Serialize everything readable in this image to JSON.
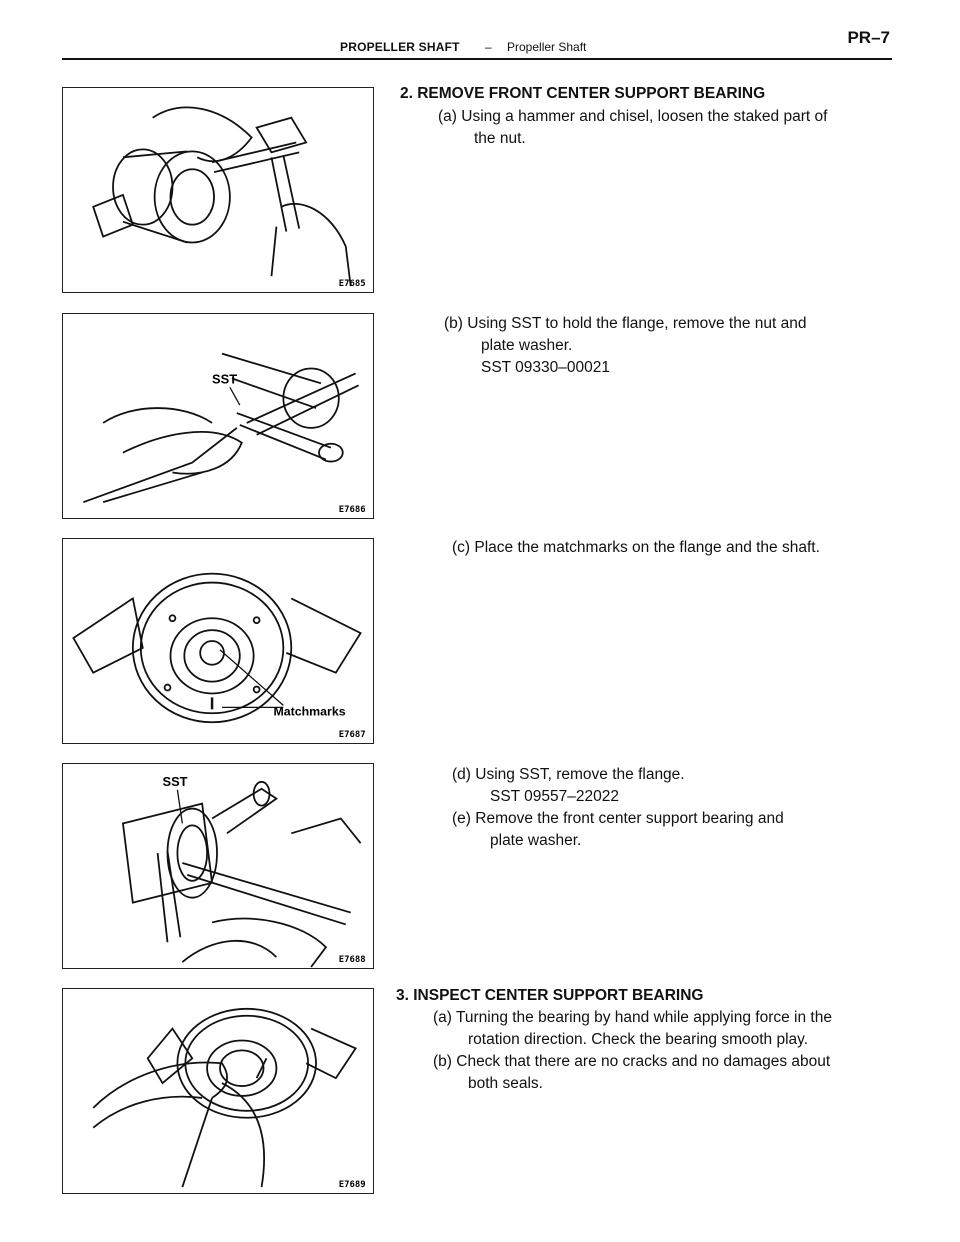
{
  "header": {
    "section": "PROPELLER SHAFT",
    "separator": "–",
    "subsection": "Propeller Shaft",
    "page": "PR–7"
  },
  "figures": [
    {
      "code": "E7685"
    },
    {
      "code": "E7686",
      "label": "SST"
    },
    {
      "code": "E7687",
      "label": "Matchmarks"
    },
    {
      "code": "E7688",
      "label": "SST"
    },
    {
      "code": "E7689"
    }
  ],
  "steps": {
    "s2": {
      "heading": "2. REMOVE FRONT CENTER SUPPORT BEARING",
      "a1": "(a) Using a hammer and chisel, loosen the staked part of",
      "a2": "the nut.",
      "b1": "(b) Using SST to hold the flange, remove the nut and",
      "b2": "plate washer.",
      "b3": "SST  09330–00021",
      "c1": "(c) Place the matchmarks on the flange and the shaft.",
      "d1": "(d) Using SST, remove the flange.",
      "d2": "SST  09557–22022",
      "e1": "(e)  Remove  the  front  center  support  bearing  and",
      "e2": "plate washer."
    },
    "s3": {
      "heading": "3. INSPECT CENTER SUPPORT BEARING",
      "a1": "(a) Turning the bearing by hand while applying force in the",
      "a2": "rotation direction. Check the bearing smooth play.",
      "b1": "(b) Check that there are no cracks and no damages about",
      "b2": "both seals."
    }
  }
}
